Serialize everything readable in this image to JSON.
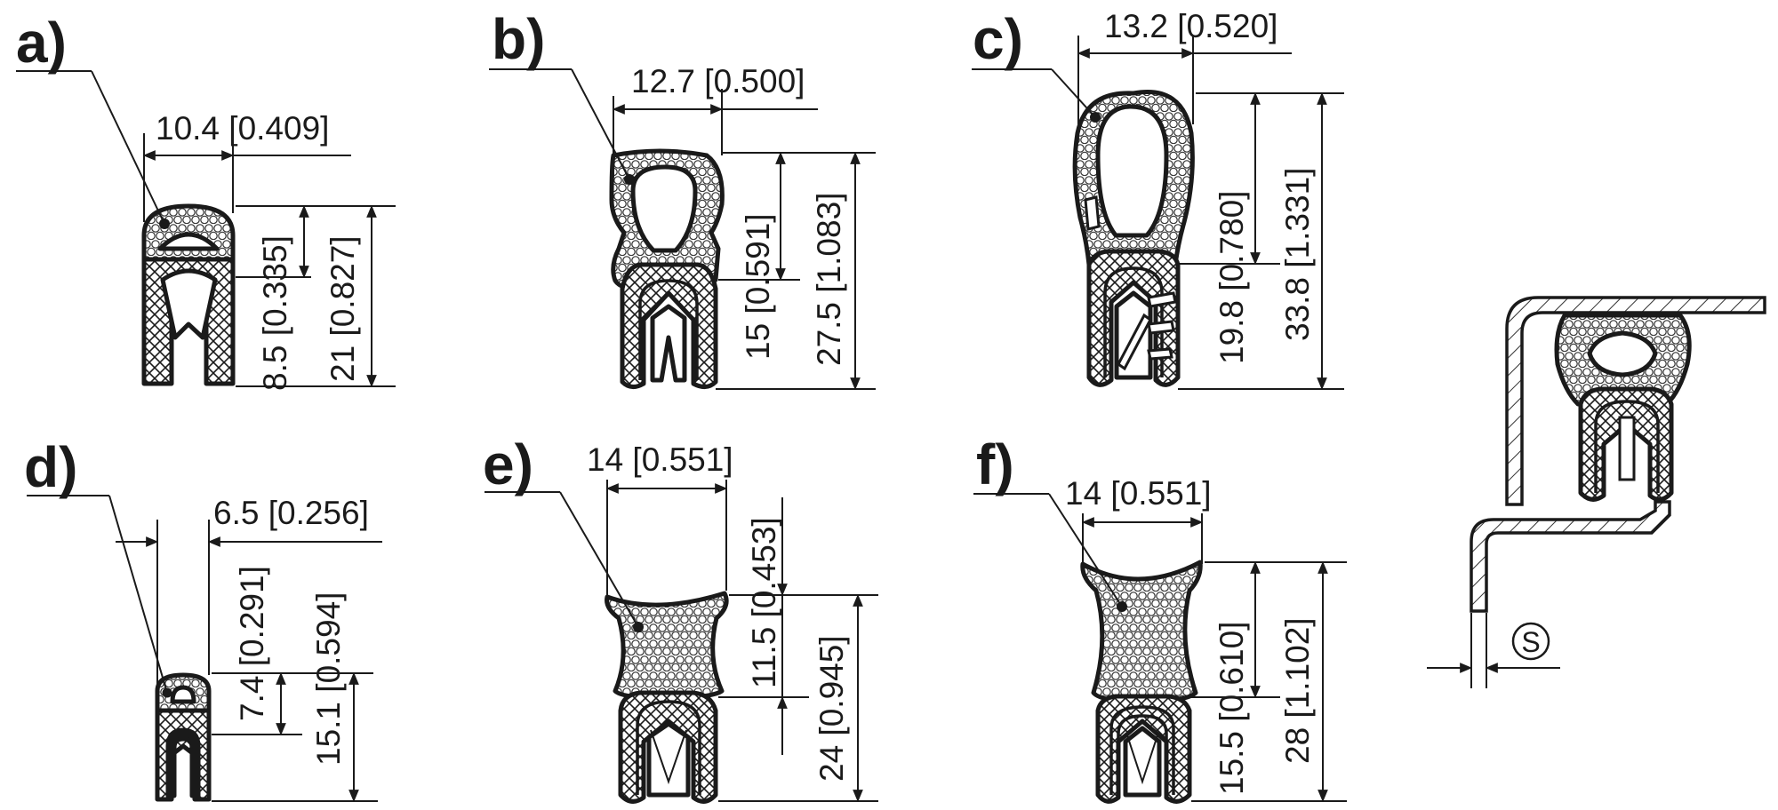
{
  "profiles": [
    {
      "key": "a",
      "label": "a)",
      "dims": {
        "width": "10.4 [0.409]",
        "bulb": "8.5 [0.335]",
        "total": "21 [0.827]"
      }
    },
    {
      "key": "b",
      "label": "b)",
      "dims": {
        "width": "12.7 [0.500]",
        "bulb": "15 [0.591]",
        "total": "27.5 [1.083]"
      }
    },
    {
      "key": "c",
      "label": "c)",
      "dims": {
        "width": "13.2 [0.520]",
        "bulb": "19.8 [0.780]",
        "total": "33.8 [1.331]"
      }
    },
    {
      "key": "d",
      "label": "d)",
      "dims": {
        "width": "6.5 [0.256]",
        "bulb": "7.4 [0.291]",
        "total": "15.1 [0.594]"
      }
    },
    {
      "key": "e",
      "label": "e)",
      "dims": {
        "width": "14 [0.551]",
        "bulb": "11.5 [0.453]",
        "total": "24 [0.945]"
      }
    },
    {
      "key": "f",
      "label": "f)",
      "dims": {
        "width": "14 [0.551]",
        "bulb": "15.5 [0.610]",
        "total": "28 [1.102]"
      }
    }
  ],
  "installation": {
    "thickness_symbol": "S"
  },
  "colors": {
    "ink": "#1a1a1a",
    "paper": "#ffffff"
  }
}
